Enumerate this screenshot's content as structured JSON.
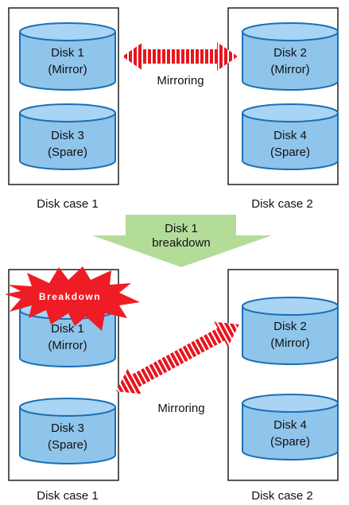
{
  "top": {
    "case1": {
      "label": "Disk case 1",
      "disks": [
        {
          "name": "Disk 1",
          "role": "(Mirror)"
        },
        {
          "name": "Disk 3",
          "role": "(Spare)"
        }
      ]
    },
    "case2": {
      "label": "Disk case 2",
      "disks": [
        {
          "name": "Disk 2",
          "role": "(Mirror)"
        },
        {
          "name": "Disk 4",
          "role": "(Spare)"
        }
      ]
    },
    "link_label": "Mirroring"
  },
  "transition": {
    "line1": "Disk 1",
    "line2": "breakdown"
  },
  "bottom": {
    "case1": {
      "label": "Disk case 1",
      "disks": [
        {
          "name": "Disk 1",
          "role": "(Mirror)"
        },
        {
          "name": "Disk 3",
          "role": "(Spare)"
        }
      ]
    },
    "case2": {
      "label": "Disk case 2",
      "disks": [
        {
          "name": "Disk 2",
          "role": "(Mirror)"
        },
        {
          "name": "Disk 4",
          "role": "(Spare)"
        }
      ]
    },
    "link_label": "Mirroring",
    "breakdown_label": "Breakdown"
  },
  "colors": {
    "disk_fill": "#8fc4eb",
    "disk_top": "#a9d4f3",
    "disk_stroke": "#1b6fb5",
    "mirror_arrow": "#e8141e",
    "transition_arrow": "#b3dc99",
    "breakdown_burst": "#ee1c25"
  }
}
